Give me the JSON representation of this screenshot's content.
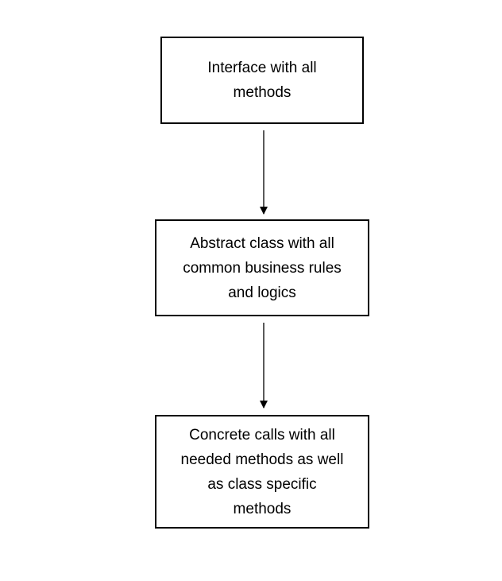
{
  "diagram": {
    "nodes": [
      {
        "id": "interface",
        "label": "Interface with all\nmethods"
      },
      {
        "id": "abstract-class",
        "label": "Abstract class with all\ncommon business rules\nand logics"
      },
      {
        "id": "concrete-class",
        "label": "Concrete calls with all\nneeded methods as well\nas class specific\nmethods"
      }
    ],
    "edges": [
      {
        "from": "interface",
        "to": "abstract-class"
      },
      {
        "from": "abstract-class",
        "to": "concrete-class"
      }
    ],
    "colors": {
      "background": "#ffffff",
      "stroke": "#000000",
      "text": "#000000"
    }
  }
}
